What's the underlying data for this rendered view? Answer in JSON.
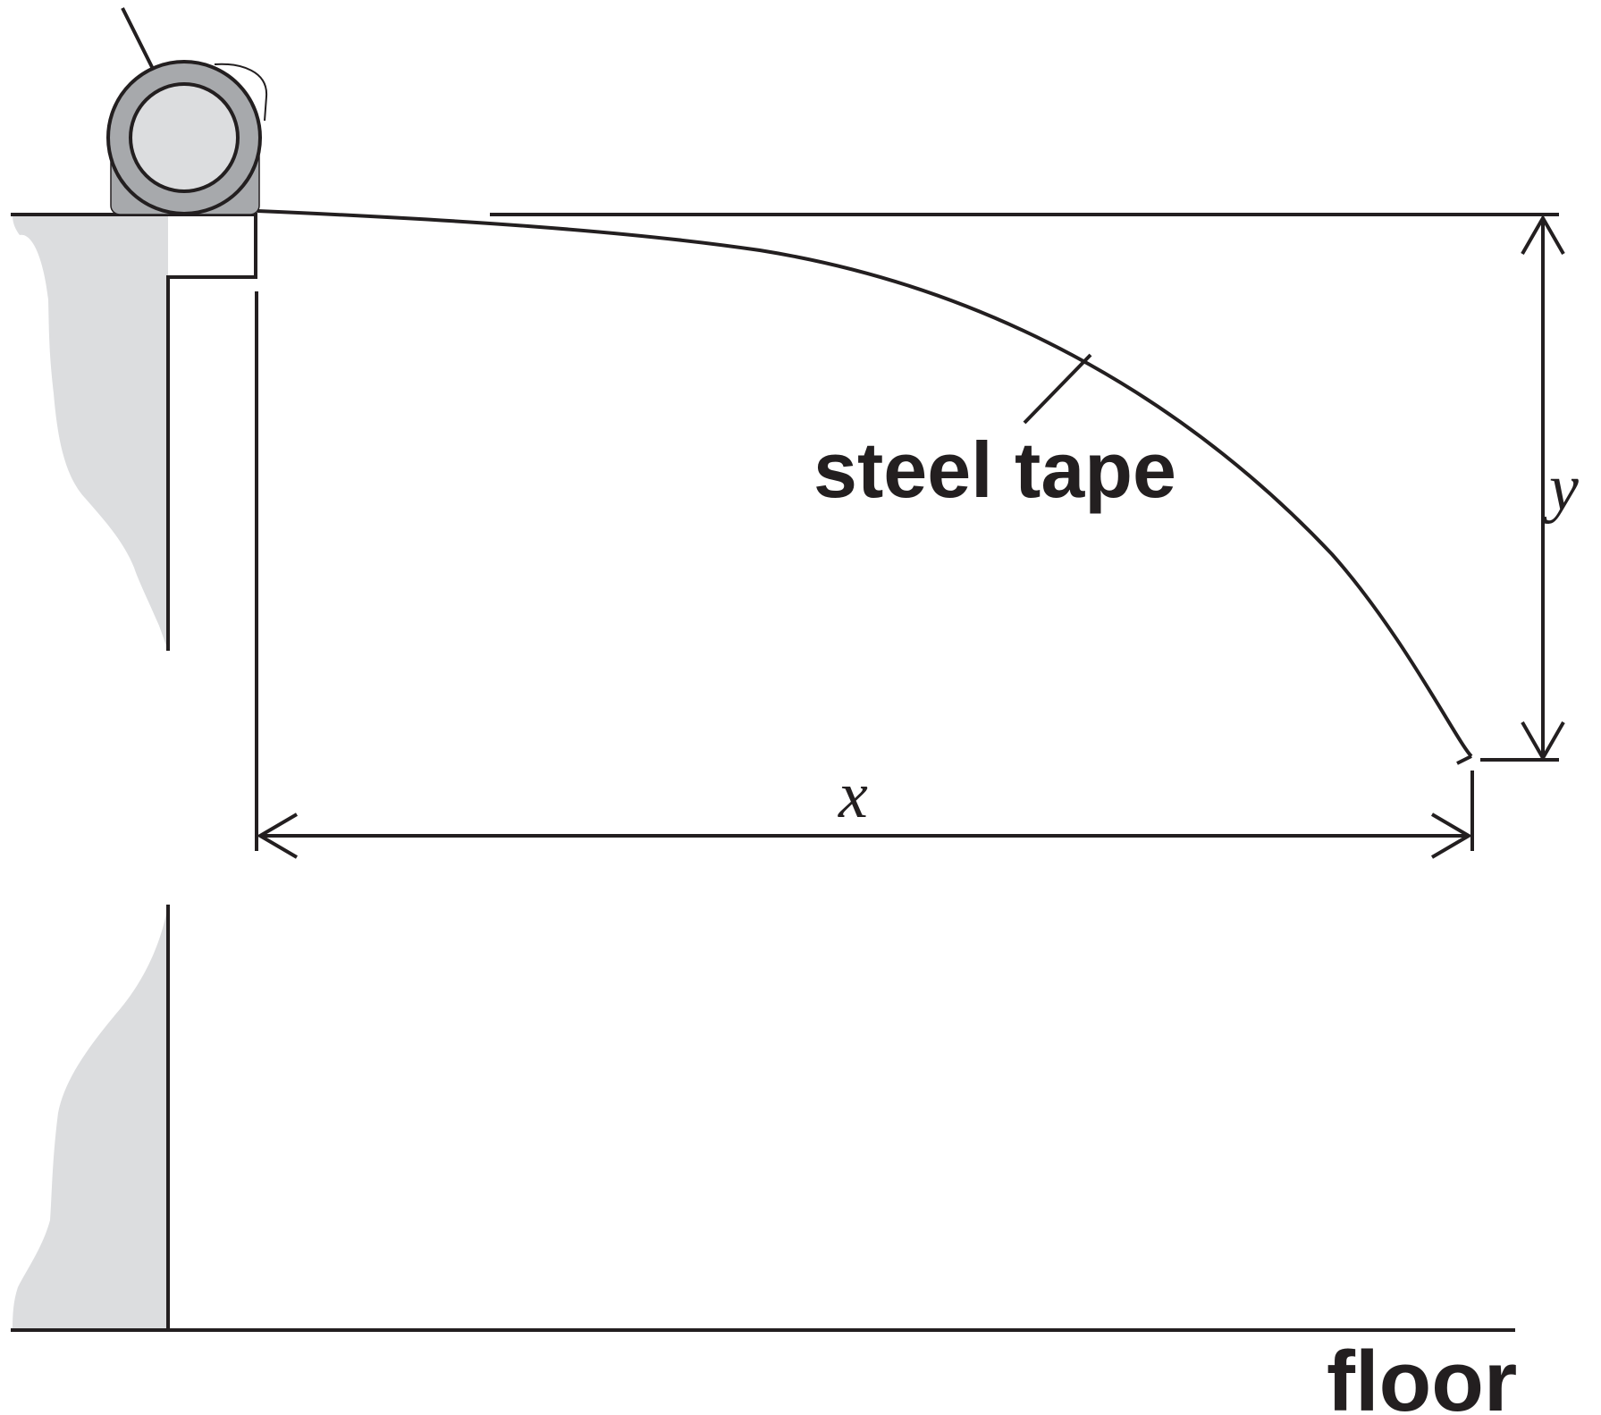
{
  "labels": {
    "steel_tape": "steel tape",
    "x_dimension": "x",
    "y_dimension": "y",
    "floor": "floor"
  },
  "colors": {
    "line": "#231f20",
    "wall_fill": "#dcdddf",
    "tape_case": "#a7a9ac",
    "tape_reel": "#dcdddf",
    "background": "#ffffff"
  },
  "icons": {
    "tape_measure": "tape-measure-icon"
  }
}
